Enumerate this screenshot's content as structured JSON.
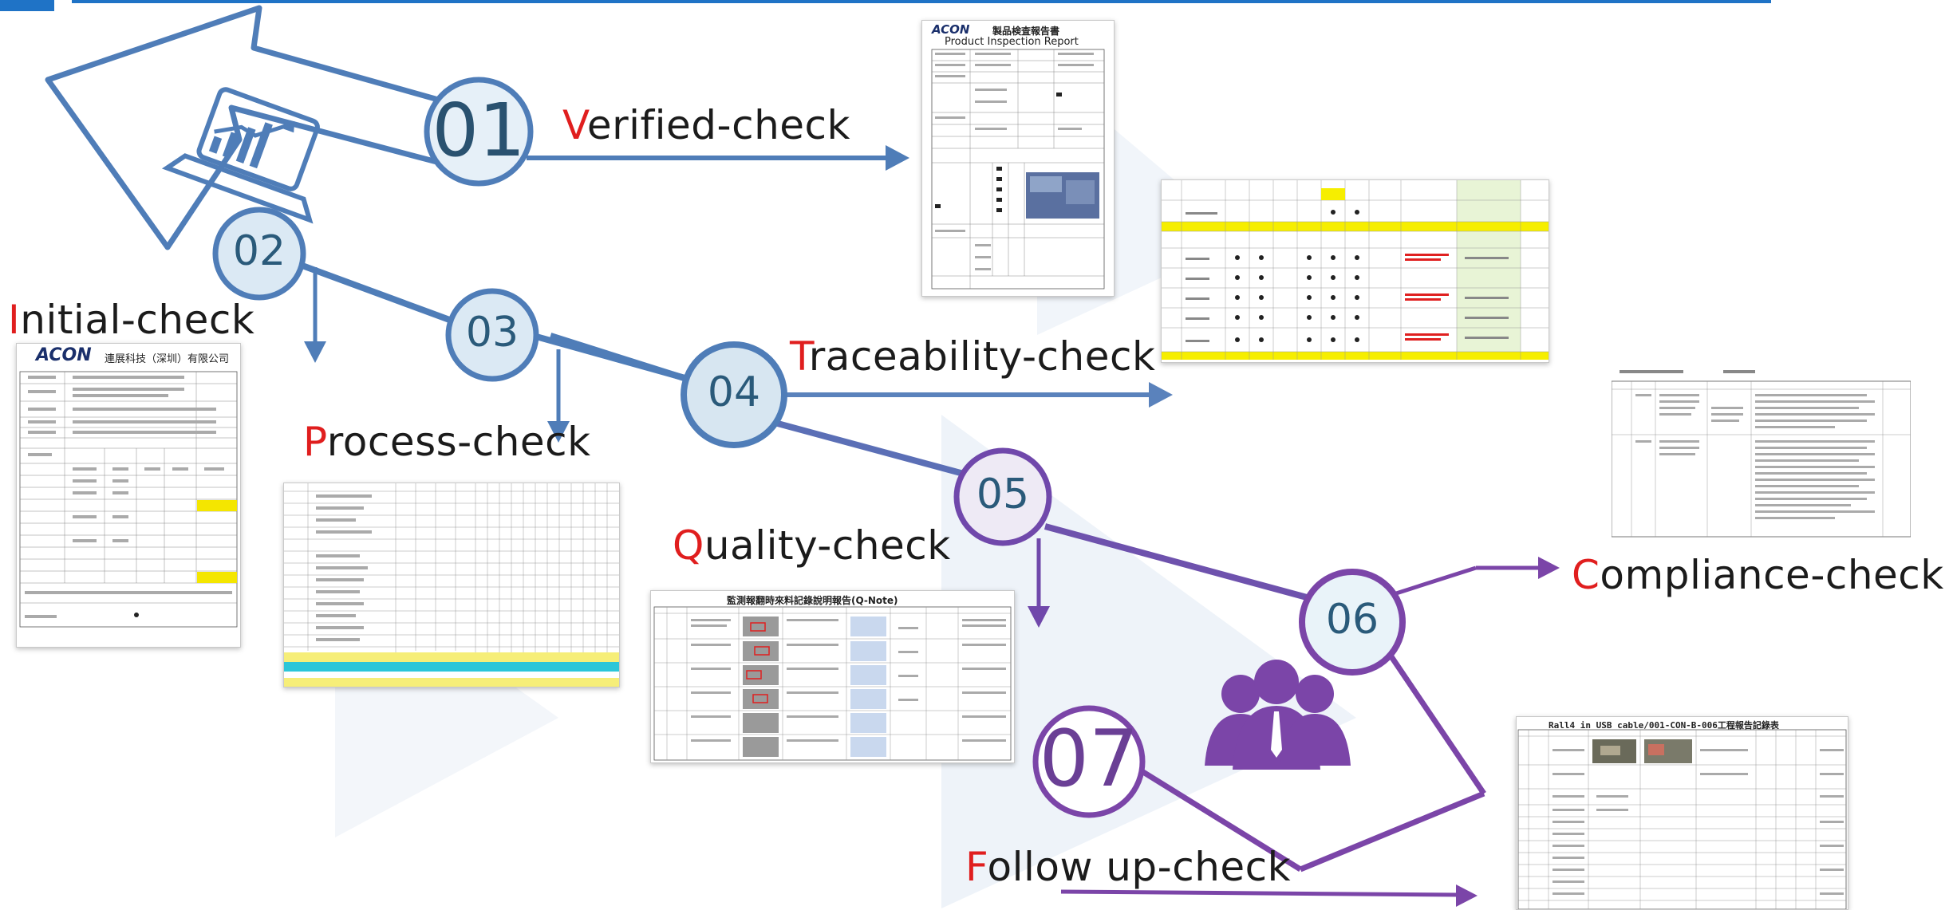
{
  "steps": [
    {
      "num": "01",
      "label": "Verified-check",
      "first": "V",
      "rest": "erified-check"
    },
    {
      "num": "02",
      "label": "Initial-check",
      "first": "I",
      "rest": "nitial-check"
    },
    {
      "num": "03",
      "label": "Process-check",
      "first": "P",
      "rest": "rocess-check"
    },
    {
      "num": "04",
      "label": "Traceability-check",
      "first": "T",
      "rest": "raceability-check"
    },
    {
      "num": "05",
      "label": "Quality-check",
      "first": "Q",
      "rest": "uality-check"
    },
    {
      "num": "06",
      "label": "Compliance-check",
      "first": "C",
      "rest": "ompliance-check"
    },
    {
      "num": "07",
      "label": "Follow up-check",
      "first": "F",
      "rest": "ollow up-check"
    }
  ],
  "documents": {
    "inspection_report": {
      "logo": "ACON",
      "title_jp": "製品検査報告書",
      "title_en": "Product Inspection Report"
    },
    "initial_check_doc": {
      "logo": "ACON",
      "company": "連展科技（深圳）有限公司"
    },
    "quality_doc": {
      "title": "監測報翻時來料記錄說明報告(Q-Note)"
    },
    "followup_doc": {
      "title": "Rall4 in USB cable/001-CON-B-006工程報告記錄表"
    }
  },
  "colors": {
    "blue": "#4f7db8",
    "purple": "#7b45a8",
    "accent_red": "#e01e1e",
    "top_rule": "#1f73c6"
  },
  "icons": [
    "laptop-chart-icon",
    "people-group-icon"
  ]
}
